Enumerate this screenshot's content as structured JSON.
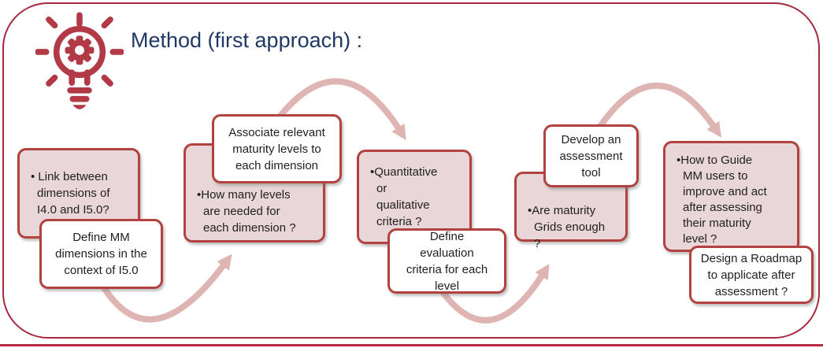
{
  "title": "Method (first approach) :",
  "icon": "lightbulb-with-gear",
  "colors": {
    "frame": "#a72940",
    "bottom_line": "#b82845",
    "box_border": "#b24240",
    "question_fill": "#e9d6d8",
    "action_fill": "#ffffff",
    "arrow": "#dfb5b3",
    "title_text": "#1f3864",
    "body_text": "#1f1f1f",
    "icon": "#b23a46"
  },
  "steps": [
    {
      "question": "• Link between\ndimensions of\nI4.0 and I5.0?",
      "action": "Define MM\ndimensions in the\ncontext of I5.0"
    },
    {
      "question": "•How many levels\nare needed for\neach dimension ?",
      "action": "Associate relevant\nmaturity levels to\neach dimension"
    },
    {
      "question": "•Quantitative\nor\nqualitative\ncriteria ?",
      "action": "Define\nevaluation\ncriteria for each\nlevel"
    },
    {
      "question": "•Are maturity\nGrids enough\n?",
      "action": "Develop an\nassessment\ntool"
    },
    {
      "question": "•How to Guide\nMM users to\nimprove and act\nafter assessing\ntheir maturity\nlevel ?",
      "action": "Design a Roadmap\nto applicate after\nassessment ?"
    }
  ]
}
